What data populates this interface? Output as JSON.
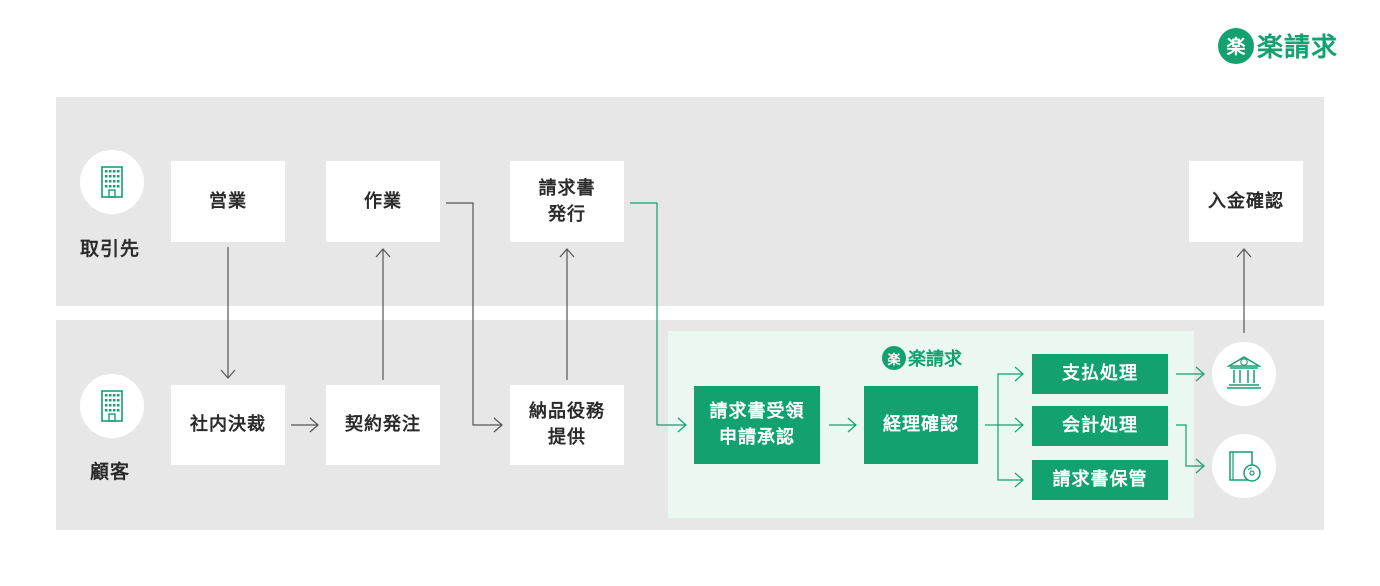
{
  "brand": {
    "mark_text": "楽",
    "name": "楽請求"
  },
  "lanes": {
    "supplier": "取引先",
    "customer": "顧客"
  },
  "supplier_steps": {
    "sales": "営業",
    "work": "作業",
    "invoice_issue_line1": "請求書",
    "invoice_issue_line2": "発行",
    "payment_confirm": "入金確認"
  },
  "customer_steps": {
    "internal_approval": "社内決裁",
    "contract_order": "契約発注",
    "delivery_line1": "納品役務",
    "delivery_line2": "提供"
  },
  "rakuseikyu": {
    "receive_line1": "請求書受領",
    "receive_line2": "申請承認",
    "accounting_check": "経理確認",
    "payment_processing": "支払処理",
    "accounting_processing": "会計処理",
    "invoice_storage": "請求書保管"
  },
  "icons": {
    "building": "building-icon",
    "bank": "bank-icon",
    "disc": "disc-storage-icon"
  },
  "colors": {
    "accent": "#12a16f",
    "lane": "#e7e7e7",
    "highlight": "#eaf8f1",
    "arrow": "#555555"
  }
}
